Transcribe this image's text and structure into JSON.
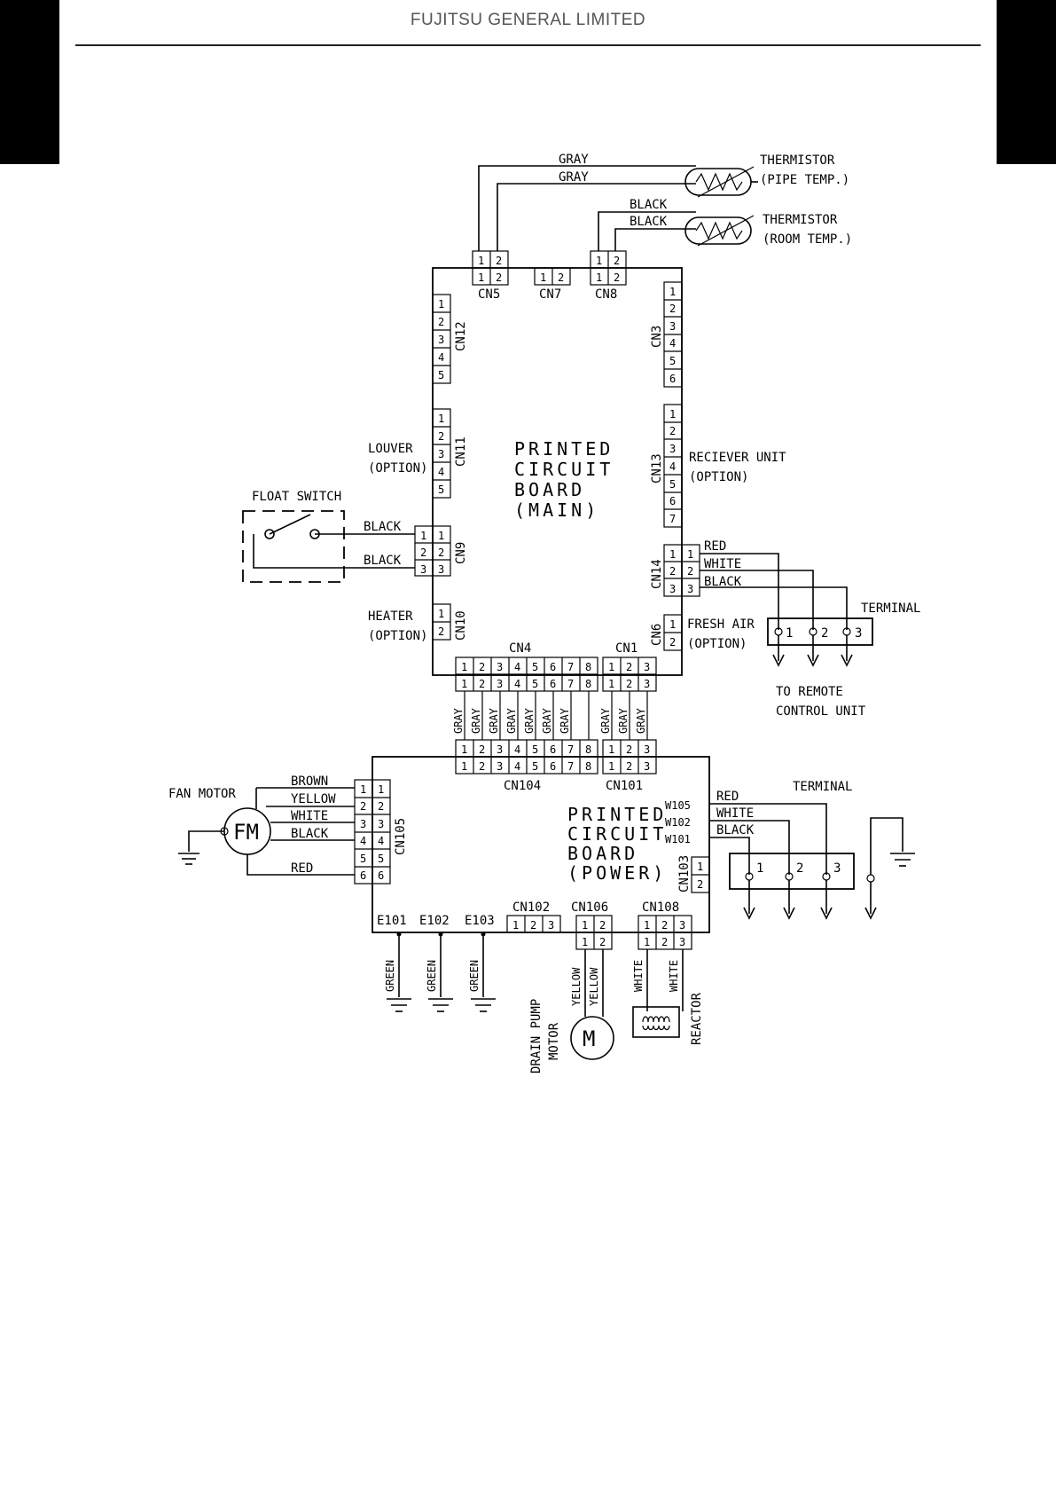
{
  "header": {
    "company": "FUJITSU GENERAL LIMITED"
  },
  "main_board": {
    "title_lines": [
      "PRINTED",
      "CIRCUIT",
      "BOARD",
      "(MAIN)"
    ],
    "connectors": {
      "cn5": "CN5",
      "cn7": "CN7",
      "cn8": "CN8",
      "cn12": "CN12",
      "cn11": "CN11",
      "cn9": "CN9",
      "cn10": "CN10",
      "cn3": "CN3",
      "cn13": "CN13",
      "cn14": "CN14",
      "cn6": "CN6",
      "cn4": "CN4",
      "cn1": "CN1"
    }
  },
  "power_board": {
    "title_lines": [
      "PRINTED",
      "CIRCUIT",
      "BOARD",
      "(POWER)"
    ],
    "connectors": {
      "cn104": "CN104",
      "cn101": "CN101",
      "cn105": "CN105",
      "cn103": "CN103",
      "cn102": "CN102",
      "cn106": "CN106",
      "cn108": "CN108"
    },
    "wire_points": [
      "W105",
      "W102",
      "W101"
    ],
    "earth_points": [
      "E101",
      "E102",
      "E103"
    ]
  },
  "components": {
    "thermistor_pipe": [
      "THERMISTOR",
      "(PIPE TEMP.)"
    ],
    "thermistor_room": [
      "THERMISTOR",
      "(ROOM TEMP.)"
    ],
    "louver": [
      "LOUVER",
      "(OPTION)"
    ],
    "float_switch": "FLOAT SWITCH",
    "heater": [
      "HEATER",
      "(OPTION)"
    ],
    "receiver_unit": [
      "RECIEVER UNIT",
      "(OPTION)"
    ],
    "fresh_air": [
      "FRESH AIR",
      "(OPTION)"
    ],
    "terminal_main": "TERMINAL",
    "remote": [
      "TO REMOTE",
      "CONTROL UNIT"
    ],
    "fan_motor": "FAN MOTOR",
    "fan_motor_symbol": "FM",
    "terminal_power": "TERMINAL",
    "drain_pump": [
      "DRAIN PUMP",
      "MOTOR"
    ],
    "drain_motor_symbol": "M",
    "reactor": "REACTOR"
  },
  "wires": {
    "gray": "GRAY",
    "black": "BLACK",
    "red": "RED",
    "white": "WHITE",
    "brown": "BROWN",
    "yellow": "YELLOW",
    "green": "GREEN"
  }
}
